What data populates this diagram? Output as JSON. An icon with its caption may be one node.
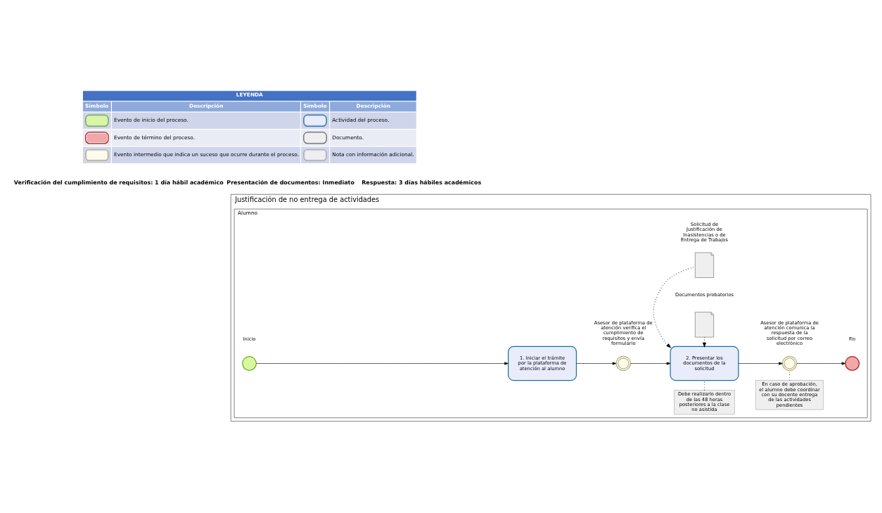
{
  "diagram": {
    "nodes": [
      {
        "text": [
          "Justificación de no entrega de actividades"
        ]
      },
      {
        "text": [
          "Alumno"
        ],
        "in": 0
      },
      {
        "text": [],
        "shape": "circle",
        "beside": [
          "Inicio"
        ],
        "in": 1
      },
      {
        "text": [
          "1. Iniciar el trámite por la plataforma de atención al alumno"
        ],
        "in": 1
      },
      {
        "text": [],
        "shape": "circle",
        "beside": [
          "Asesor de plataforma de atención verifica el cumplimiento de requisitos y envía formulario"
        ],
        "in": 1
      },
      {
        "text": [
          "Debe realizarlo dentro de las 48 horas posteriores a la clase no asistida"
        ],
        "in": 1
      },
      {
        "text": [
          "2. Presentar los documentos de la solicitud"
        ],
        "in": 1
      },
      {
        "text": [],
        "shape": "document",
        "beside": [
          "Solicitud de Justificación de Inasistencias o de Entrega de Trabajos"
        ],
        "in": 1
      },
      {
        "text": [],
        "shape": "document",
        "beside": [
          "Documentos probatorios"
        ],
        "in": 1
      },
      {
        "text": [
          "En caso de aprobación, el alumno debe coordinar con su docente entrega de las actividades pendientes"
        ],
        "in": 1
      },
      {
        "text": [],
        "shape": "circle",
        "beside": [
          "Asesor de plataforma de atención comunica la respuesta de la solicitud por correo electrónico"
        ],
        "in": 1
      },
      {
        "text": [],
        "shape": "circle",
        "beside": [
          "Fin"
        ],
        "in": 1
      }
    ],
    "edges": [
      {
        "from": 2,
        "to": 3,
        "arrow": "to"
      },
      {
        "from": 3,
        "to": 4,
        "arrow": "to"
      },
      {
        "from": 4,
        "to": 6,
        "arrow": "to"
      },
      {
        "from": 5,
        "to": 6,
        "arrow": "none",
        "style": "dashed"
      },
      {
        "from": 7,
        "to": 6,
        "arrow": "to",
        "style": "dashed"
      },
      {
        "from": 8,
        "to": 6,
        "arrow": "to",
        "style": "dashed"
      },
      {
        "from": 6,
        "to": 10,
        "arrow": "to"
      },
      {
        "from": 9,
        "to": 10,
        "arrow": "none",
        "style": "dashed"
      },
      {
        "from": 10,
        "to": 11,
        "arrow": "to"
      }
    ],
    "labels": [
      "Verificación del cumplimiento de requisitos: 1 día hábil académico",
      "Presentación de documentos: Inmediato",
      "Respuesta: 3 días hábiles académicos",
      "LEYENDA",
      "Símbolo",
      "Descripción",
      "Símbolo",
      "Descripción"
    ],
    "legend": [
      {
        "text": "Evento de inicio del proceso."
      },
      {
        "text": "Actividad del proceso."
      },
      {
        "text": "Evento de término del proceso."
      },
      {
        "text": "Documento."
      },
      {
        "text": "Evento intermedio que indica un suceso que ocurre durante el proceso."
      },
      {
        "text": "Nota con información adicional."
      }
    ]
  }
}
